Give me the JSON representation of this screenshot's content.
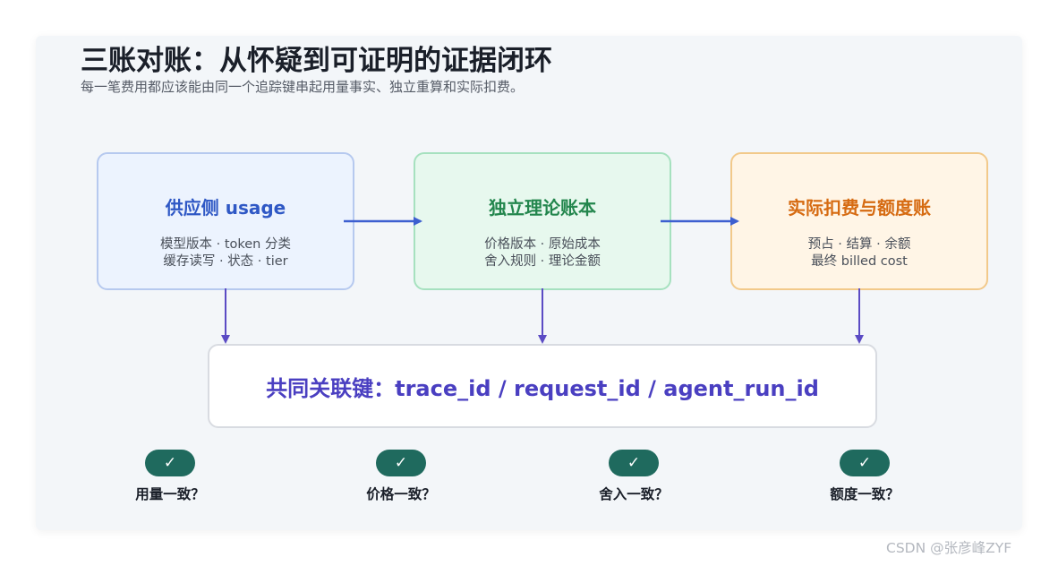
{
  "title": "三账对账：从怀疑到可证明的证据闭环",
  "subtitle": "每一笔费用都应该能由同一个追踪键串起用量事实、独立重算和实际扣费。",
  "boxes": {
    "supplier": {
      "title": "供应侧 usage",
      "line1": "模型版本 · token 分类",
      "line2": "缓存读写 · 状态 · tier"
    },
    "ledger": {
      "title": "独立理论账本",
      "line1": "价格版本 · 原始成本",
      "line2": "舍入规则 · 理论金额"
    },
    "billing": {
      "title": "实际扣费与额度账",
      "line1": "预占 · 结算 · 余额",
      "line2": "最终 billed cost"
    }
  },
  "key_box": {
    "text": "共同关联键：trace_id / request_id / agent_run_id"
  },
  "checks": [
    {
      "mark": "✓",
      "label": "用量一致？"
    },
    {
      "mark": "✓",
      "label": "价格一致？"
    },
    {
      "mark": "✓",
      "label": "舍入一致？"
    },
    {
      "mark": "✓",
      "label": "额度一致？"
    }
  ],
  "colors": {
    "arrow_blue": "#3d5fd0",
    "arrow_purple": "#5b4bc4",
    "check_badge": "#1f6a5e",
    "key_text": "#4a3fc1"
  },
  "watermark": "CSDN @张彦峰ZYF"
}
